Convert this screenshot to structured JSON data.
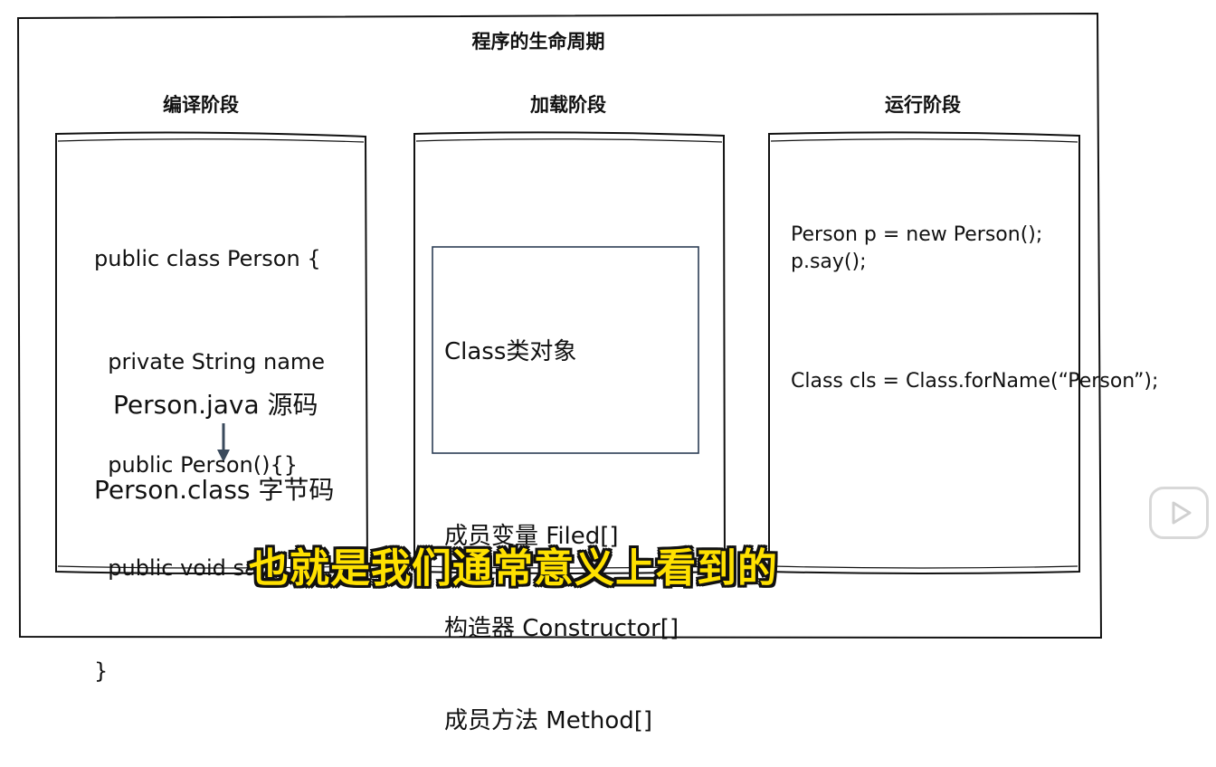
{
  "title": "程序的生命周期",
  "stages": {
    "compile": {
      "title": "编译阶段",
      "code": [
        "public class Person {",
        "  private String name",
        "  public Person(){}",
        "  public void say(){}",
        "}"
      ],
      "source_label": "Person.java 源码",
      "bytecode_label": "Person.class 字节码"
    },
    "load": {
      "title": "加载阶段",
      "class_box": [
        "Class类对象",
        "",
        "成员变量 Filed[]",
        "构造器 Constructor[]",
        "成员方法 Method[]"
      ]
    },
    "run": {
      "title": "运行阶段",
      "code_new": "Person p = new Person();\np.say();",
      "code_forname": "Class cls = Class.forName(“Person”);"
    }
  },
  "subtitle": "也就是我们通常意义上看到的",
  "icons": {
    "arrow": "arrow-down-icon",
    "play": "play-icon"
  },
  "colors": {
    "subtitle_fill": "#ffe100",
    "arrow": "#3a4a5c",
    "class_box_border": "#2c3e55"
  }
}
